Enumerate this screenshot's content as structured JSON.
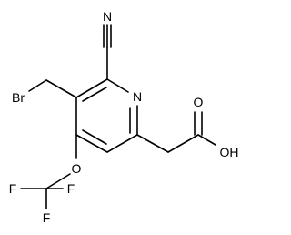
{
  "molecule": {
    "atoms": {
      "nitrile_n": "N",
      "ring_n": "N",
      "br": "Br",
      "o_ether": "O",
      "f_left": "F",
      "f_right": "F",
      "f_bottom": "F",
      "o_carbonyl": "O",
      "oh": "OH"
    }
  }
}
